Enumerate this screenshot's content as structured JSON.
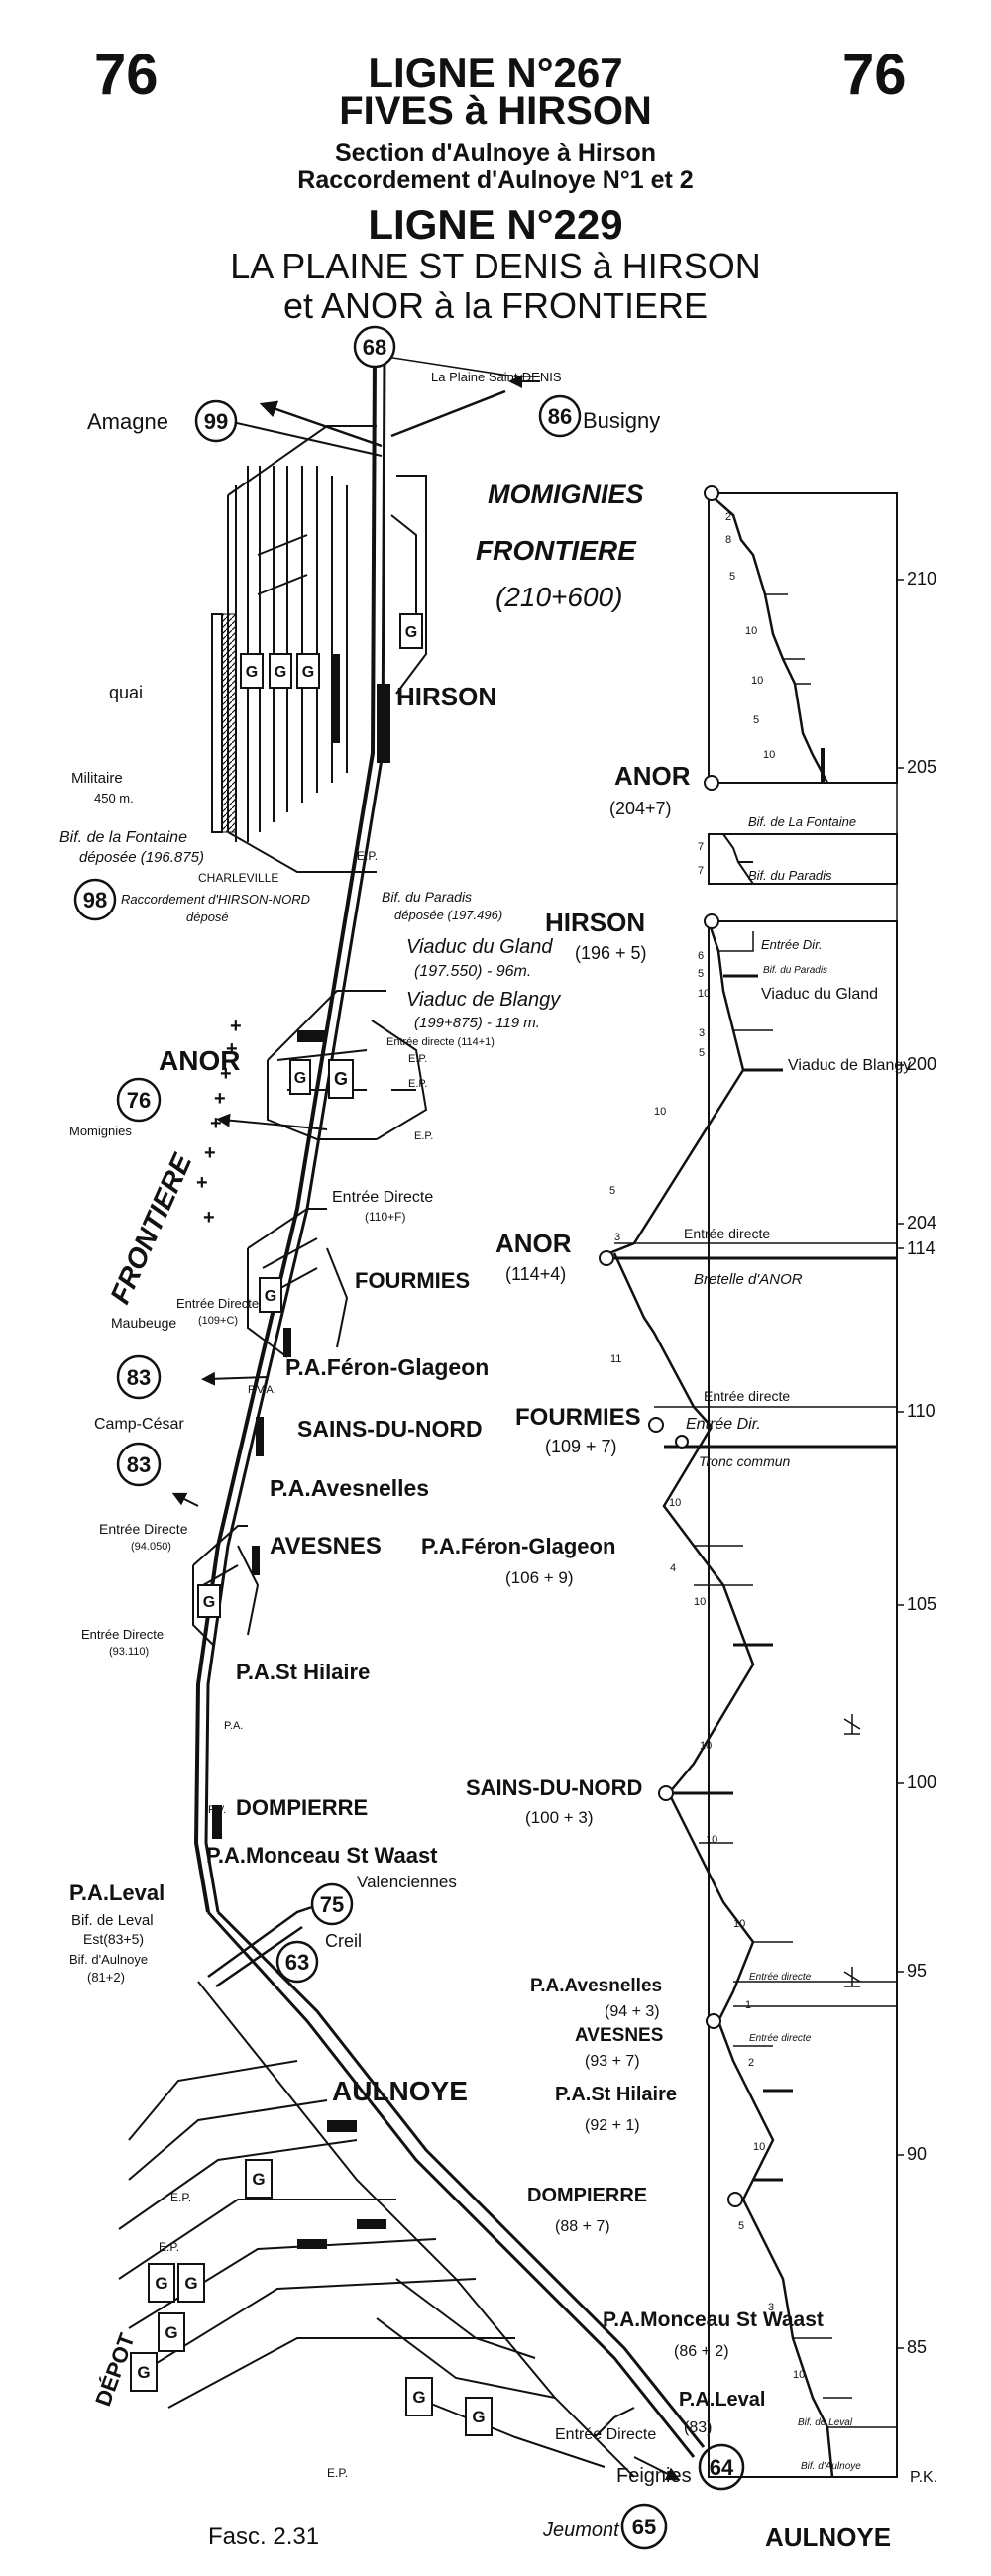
{
  "header": {
    "page_left": "76",
    "page_right": "76",
    "line1_title": "LIGNE N°267",
    "line1_route": "FIVES à HIRSON",
    "line1_sub1": "Section d'Aulnoye à Hirson",
    "line1_sub2": "Raccordement d'Aulnoye N°1 et 2",
    "line2_title": "LIGNE N°229",
    "line2_route1": "LA PLAINE ST DENIS à HIRSON",
    "line2_route2": "et ANOR à la FRONTIERE"
  },
  "connections": {
    "c68": "68",
    "c99": "99",
    "c99_label": "Amagne",
    "c86": "86",
    "c86_label": "Busigny",
    "plaine": "La Plaine Saint-DENIS",
    "c98": "98",
    "c76": "76",
    "c76_label": "Momignies",
    "c83a": "83",
    "c83a_label": "Maubeuge",
    "c83b": "83",
    "c83b_label": "Camp-César",
    "c75": "75",
    "c75_label": "Valenciennes",
    "c63": "63",
    "c63_label": "Creil",
    "c64": "64",
    "c64_label": "Feignies",
    "c65": "65",
    "c65_label": "Jeumont"
  },
  "stations": {
    "hirson": "HIRSON",
    "quai": "quai",
    "militaire": "Militaire",
    "militaire_len": "450 m.",
    "bif_fontaine_1": "Bif. de la Fontaine",
    "bif_fontaine_2": "déposée (196.875)",
    "charleville": "CHARLEVILLE",
    "racc_hirson_1": "Raccordement d'HIRSON-NORD",
    "racc_hirson_2": "déposé",
    "bif_paradis_1": "Bif. du Paradis",
    "bif_paradis_2": "déposée (197.496)",
    "viaduc_gland_1": "Viaduc du Gland",
    "viaduc_gland_2": "(197.550) - 96m.",
    "viaduc_blangy_1": "Viaduc de Blangy",
    "viaduc_blangy_2": "(199+875) - 119 m.",
    "entree_directe_anor": "Entrée directe (114+1)",
    "ep": "E.P.",
    "anor": "ANOR",
    "frontiere": "FRONTIERE",
    "entree_directe_110": "Entrée Directe",
    "entree_directe_110_pk": "(110+F)",
    "fourmies": "FOURMIES",
    "entree_directe_109": "Entrée Directe",
    "entree_directe_109_pk": "(109+C)",
    "pa_feron": "P.A.Féron-Glageon",
    "sains": "SAINS-DU-NORD",
    "pa_avesnelles": "P.A.Avesnelles",
    "entree_directe_94": "Entrée Directe",
    "entree_directe_94_pk": "(94.050)",
    "avesnes": "AVESNES",
    "entree_directe_93": "Entrée Directe",
    "entree_directe_93_pk": "(93.110)",
    "pa_hilaire": "P.A.St Hilaire",
    "dompierre": "DOMPIERRE",
    "pa_monceau": "P.A.Monceau St Waast",
    "pa_leval": "P.A.Leval",
    "bif_leval_1": "Bif. de Leval",
    "bif_leval_2": "Est(83+5)",
    "bif_aulnoye_1": "Bif. d'Aulnoye",
    "bif_aulnoye_2": "(81+2)",
    "aulnoye": "AULNOYE",
    "depot": "DÉPOT",
    "entree_directe_bottom": "Entrée Directe",
    "pa": "P.A.",
    "pva": "P.V.A.",
    "pv": "P.V.",
    "g": "G"
  },
  "profile": {
    "momignies": "MOMIGNIES",
    "frontiere": "FRONTIERE",
    "frontiere_pk": "(210+600)",
    "anor_top": "ANOR",
    "anor_top_pk": "(204+7)",
    "bif_fontaine": "Bif. de La Fontaine",
    "bif_paradis": "Bif. du Paradis",
    "hirson": "HIRSON",
    "hirson_pk": "(196 + 5)",
    "entree_dir_hirson": "Entrée Dir.",
    "bif_paradis_small": "Bif. du Paradis",
    "viaduc_gland": "Viaduc du Gland",
    "viaduc_blangy": "Viaduc de Blangy",
    "anor": "ANOR",
    "anor_pk": "(114+4)",
    "entree_directe_anor": "Entrée directe",
    "bretelle": "Bretelle d'ANOR",
    "fourmies": "FOURMIES",
    "fourmies_pk": "(109 + 7)",
    "entree_directe_f": "Entrée directe",
    "entree_dir_f2": "Entrée Dir.",
    "tronc_commun": "Tronc commun",
    "feron": "P.A.Féron-Glageon",
    "feron_pk": "(106 + 9)",
    "sains": "SAINS-DU-NORD",
    "sains_pk": "(100 + 3)",
    "avesnelles": "P.A.Avesnelles",
    "avesnelles_pk": "(94 + 3)",
    "avesnes": "AVESNES",
    "avesnes_pk": "(93 + 7)",
    "entree_directe_av1": "Entrée directe",
    "entree_directe_av2": "Entrée directe",
    "hilaire": "P.A.St Hilaire",
    "hilaire_pk": "(92 + 1)",
    "dompierre": "DOMPIERRE",
    "dompierre_pk": "(88 + 7)",
    "monceau": "P.A.Monceau St Waast",
    "monceau_pk": "(86 + 2)",
    "leval": "P.A.Leval",
    "leval_pk": "(83)",
    "bif_leval": "Bif. de Leval",
    "bif_aulnoye": "Bif. d'Aulnoye",
    "pk": "P.K.",
    "aulnoye": "AULNOYE",
    "grad_1": "2",
    "grad_2": "8",
    "grad_3": "5",
    "grad_4": "10",
    "grad_5": "10",
    "grad_6": "5",
    "grad_7": "10",
    "grad_8": "7",
    "grad_9": "7",
    "grad_10": "6",
    "grad_11": "5",
    "grad_12": "10",
    "grad_13": "3",
    "grad_14": "10",
    "grad_15": "3",
    "grad_16": "5",
    "grad_17": "11",
    "grad_18": "10",
    "grad_19": "4",
    "grad_20": "10",
    "grad_21": "10",
    "grad_22": "10",
    "grad_23": "10",
    "grad_24": "1",
    "grad_25": "2",
    "grad_26": "10",
    "grad_27": "5",
    "grad_28": "3",
    "grad_29": "10"
  },
  "pk_scale": {
    "k210": "210",
    "k205": "205",
    "k200": "200",
    "k204": "204",
    "k114": "114",
    "k110": "110",
    "k105": "105",
    "k100": "100",
    "k95": "95",
    "k90": "90",
    "k85": "85"
  },
  "footer": {
    "fasc": "Fasc. 2.31"
  }
}
